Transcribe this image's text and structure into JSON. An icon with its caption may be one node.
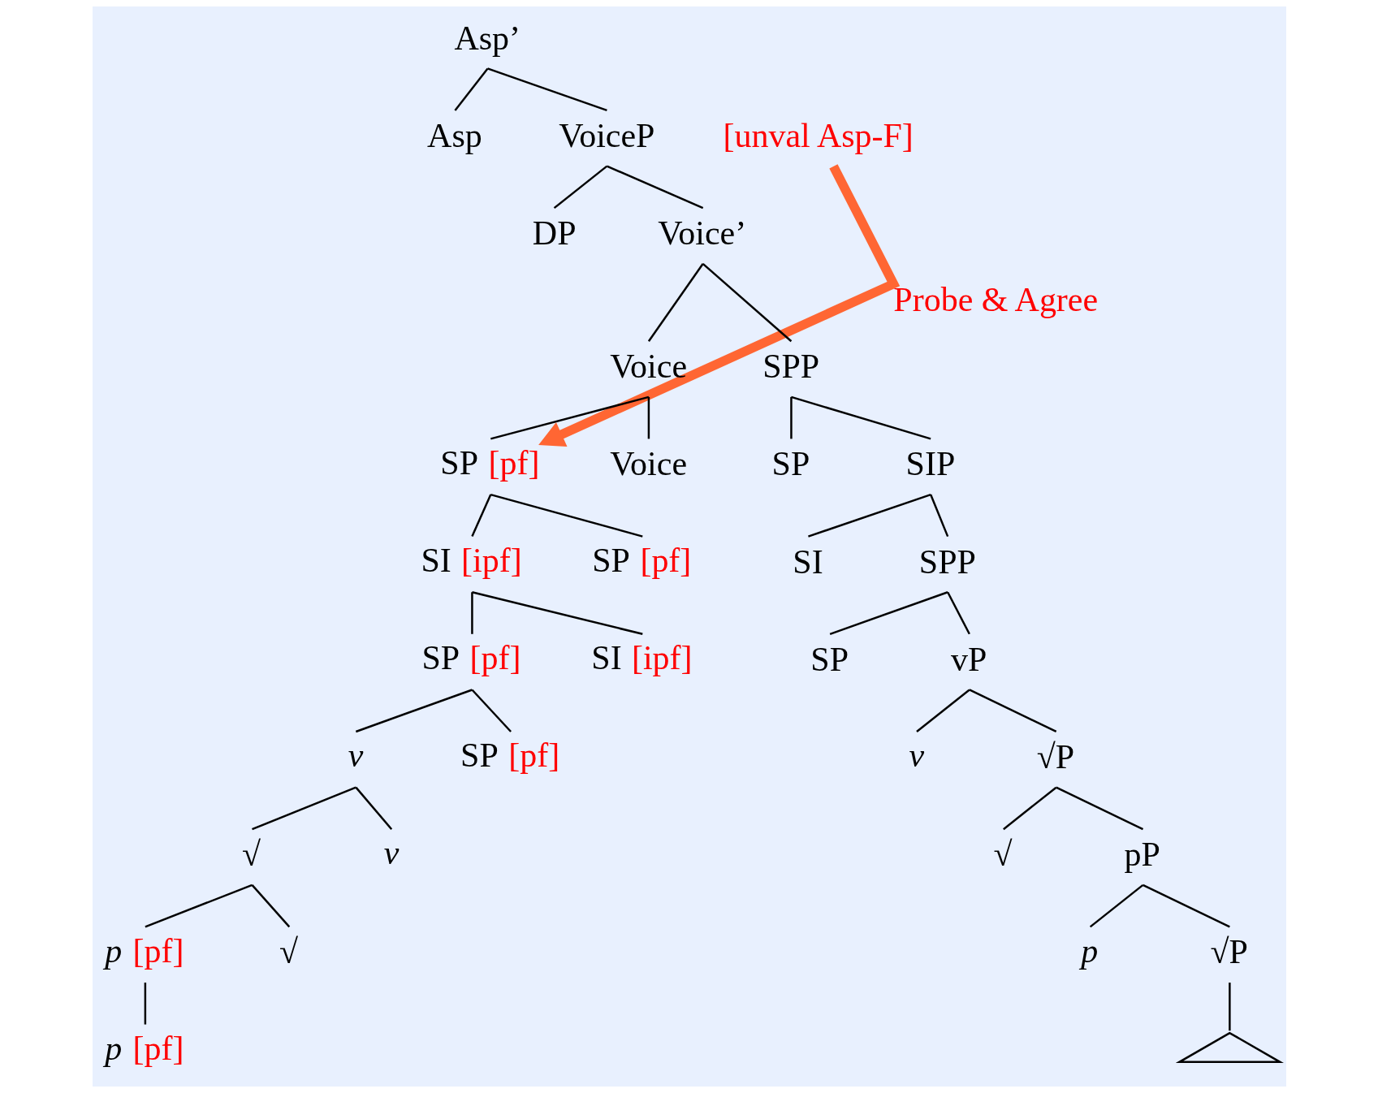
{
  "diagram": {
    "nodes": [
      {
        "text": [
          "Asp’"
        ]
      },
      {
        "text": [
          "[unval Asp-F]"
        ]
      },
      {
        "text": [
          "Asp"
        ]
      },
      {
        "text": [
          "VoiceP"
        ]
      },
      {
        "text": [
          "DP"
        ]
      },
      {
        "text": [
          "Voice’"
        ]
      },
      {
        "text": [
          "Voice"
        ]
      },
      {
        "text": [
          "SPP"
        ]
      },
      {
        "text": [
          "SP"
        ],
        "beside": [
          "[pf]"
        ]
      },
      {
        "text": [
          "Voice"
        ]
      },
      {
        "text": [
          "SP"
        ]
      },
      {
        "text": [
          "SIP"
        ]
      },
      {
        "text": [
          "SI"
        ],
        "beside": [
          "[ipf]"
        ]
      },
      {
        "text": [
          "SP"
        ],
        "beside": [
          "[pf]"
        ]
      },
      {
        "text": [
          "SI"
        ]
      },
      {
        "text": [
          "SPP"
        ]
      },
      {
        "text": [
          "SP"
        ],
        "beside": [
          "[pf]"
        ]
      },
      {
        "text": [
          "SI"
        ],
        "beside": [
          "[ipf]"
        ]
      },
      {
        "text": [
          "SP"
        ]
      },
      {
        "text": [
          "vP"
        ]
      },
      {
        "text": [
          "*v*"
        ]
      },
      {
        "text": [
          "SP"
        ],
        "beside": [
          "[pf]"
        ]
      },
      {
        "text": [
          "*v*"
        ]
      },
      {
        "text": [
          "√P"
        ]
      },
      {
        "text": [
          "√"
        ]
      },
      {
        "text": [
          "*v*"
        ]
      },
      {
        "text": [
          "√"
        ]
      },
      {
        "text": [
          "pP"
        ]
      },
      {
        "text": [
          "*p*"
        ],
        "beside": [
          "[pf]"
        ]
      },
      {
        "text": [
          "√"
        ]
      },
      {
        "text": [
          "*p*"
        ]
      },
      {
        "text": [
          "√P"
        ]
      },
      {
        "text": [
          "*p*"
        ],
        "beside": [
          "[pf]"
        ]
      },
      {
        "text": [],
        "shape": "triangle"
      }
    ],
    "edges": [
      {
        "from": 0,
        "to": 2,
        "arrow": "none"
      },
      {
        "from": 0,
        "to": 3,
        "arrow": "none"
      },
      {
        "from": 3,
        "to": 4,
        "arrow": "none"
      },
      {
        "from": 3,
        "to": 5,
        "arrow": "none"
      },
      {
        "from": 5,
        "to": 6,
        "arrow": "none"
      },
      {
        "from": 5,
        "to": 7,
        "arrow": "none"
      },
      {
        "from": 6,
        "to": 8,
        "arrow": "none"
      },
      {
        "from": 6,
        "to": 9,
        "arrow": "none"
      },
      {
        "from": 7,
        "to": 10,
        "arrow": "none"
      },
      {
        "from": 7,
        "to": 11,
        "arrow": "none"
      },
      {
        "from": 8,
        "to": 12,
        "arrow": "none"
      },
      {
        "from": 8,
        "to": 13,
        "arrow": "none"
      },
      {
        "from": 11,
        "to": 14,
        "arrow": "none"
      },
      {
        "from": 11,
        "to": 15,
        "arrow": "none"
      },
      {
        "from": 12,
        "to": 16,
        "arrow": "none"
      },
      {
        "from": 12,
        "to": 17,
        "arrow": "none"
      },
      {
        "from": 15,
        "to": 18,
        "arrow": "none"
      },
      {
        "from": 15,
        "to": 19,
        "arrow": "none"
      },
      {
        "from": 16,
        "to": 20,
        "arrow": "none"
      },
      {
        "from": 16,
        "to": 21,
        "arrow": "none"
      },
      {
        "from": 19,
        "to": 22,
        "arrow": "none"
      },
      {
        "from": 19,
        "to": 23,
        "arrow": "none"
      },
      {
        "from": 20,
        "to": 24,
        "arrow": "none"
      },
      {
        "from": 20,
        "to": 25,
        "arrow": "none"
      },
      {
        "from": 23,
        "to": 26,
        "arrow": "none"
      },
      {
        "from": 23,
        "to": 27,
        "arrow": "none"
      },
      {
        "from": 24,
        "to": 28,
        "arrow": "none"
      },
      {
        "from": 24,
        "to": 29,
        "arrow": "none"
      },
      {
        "from": 27,
        "to": 30,
        "arrow": "none"
      },
      {
        "from": 27,
        "to": 31,
        "arrow": "none"
      },
      {
        "from": 28,
        "to": 32,
        "arrow": "none"
      },
      {
        "from": 31,
        "to": 33,
        "arrow": "none"
      },
      {
        "from": 1,
        "to": 8,
        "arrow": "to",
        "label": "Probe & Agree",
        "style": "thick",
        "color": "#ff6633"
      }
    ]
  }
}
